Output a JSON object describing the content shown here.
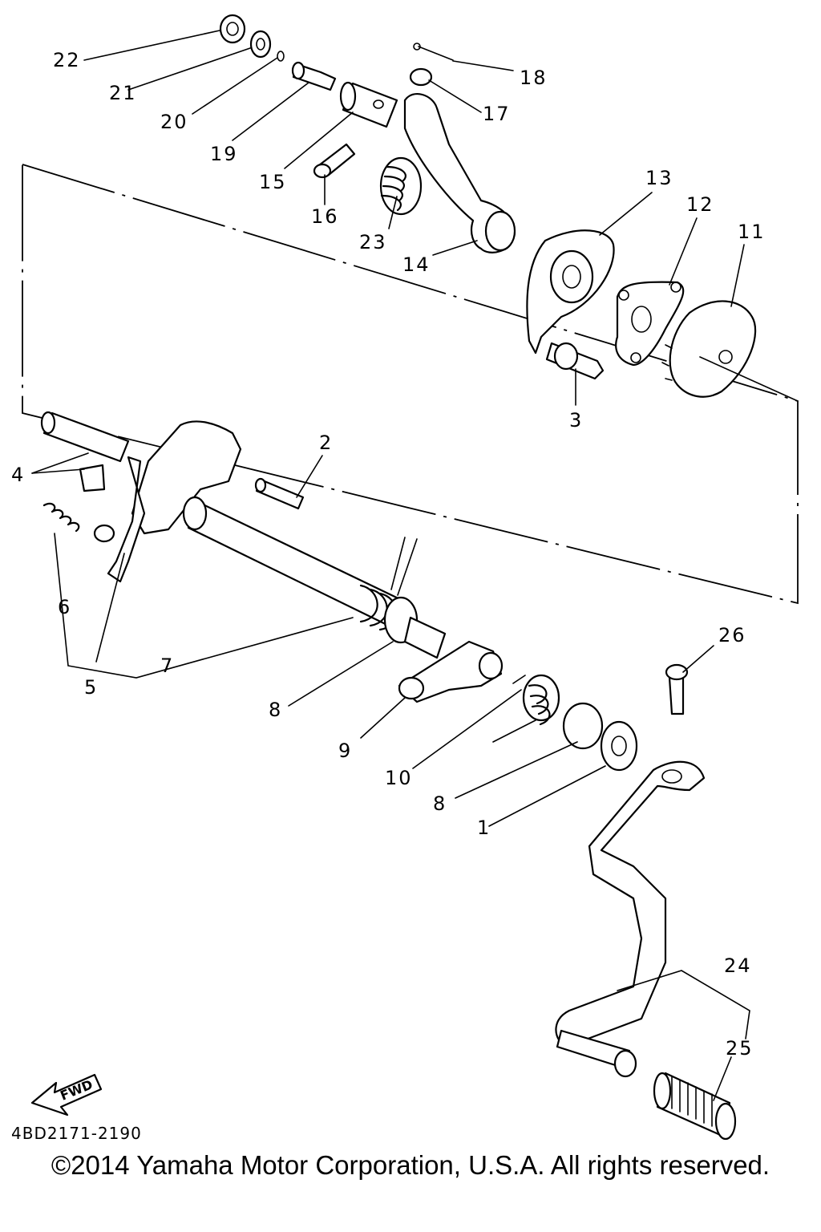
{
  "diagram": {
    "callouts": [
      "1",
      "2",
      "3",
      "4",
      "5",
      "6",
      "7",
      "8",
      "8",
      "9",
      "10",
      "11",
      "12",
      "13",
      "14",
      "15",
      "16",
      "17",
      "18",
      "19",
      "20",
      "21",
      "22",
      "23",
      "24",
      "25",
      "26"
    ],
    "fwd_label": "FWD",
    "diagram_code": "4BD2171-2190"
  },
  "footer": {
    "copyright": "©2014 Yamaha Motor Corporation, U.S.A. All rights reserved."
  }
}
